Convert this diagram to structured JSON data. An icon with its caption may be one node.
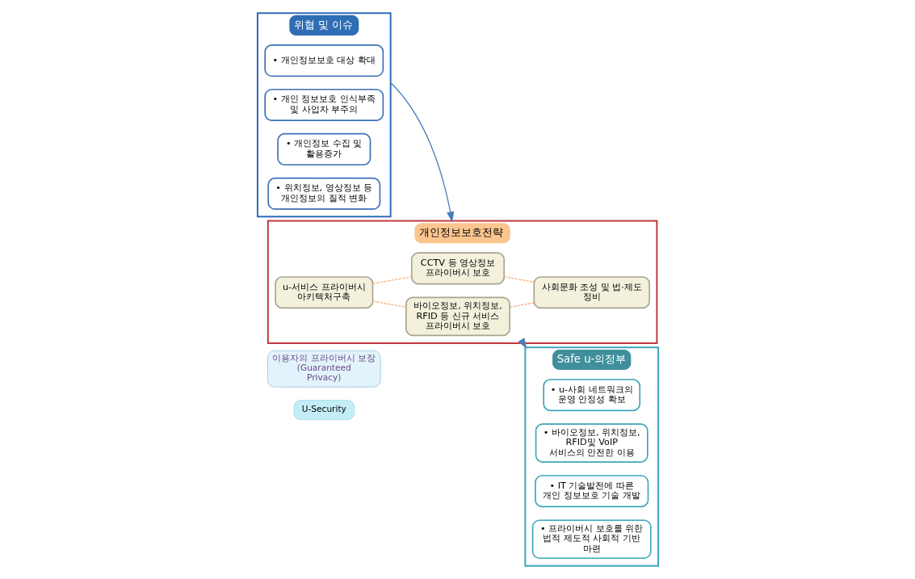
{
  "diagram": {
    "nodes": [
      {
        "text": [
          "U-Security"
        ]
      },
      {
        "text": [
          "이용자의 프라이버시 보장 (Guaranteed Privacy)"
        ]
      },
      {
        "text": [
          "위협 및 이슈"
        ]
      },
      {
        "text": [
          "• 개인정보보호 대상 확대"
        ],
        "in": 2
      },
      {
        "text": [
          "• 개인 정보보호 인식부족 및 사업자 부주의"
        ],
        "in": 2
      },
      {
        "text": [
          "• 개인정보 수집 및 활용증가"
        ],
        "in": 2
      },
      {
        "text": [
          "• 위치정보, 영상정보 등 개인정보의 질적 변화"
        ],
        "in": 2
      },
      {
        "text": [
          "개인정보보호전략"
        ]
      },
      {
        "text": [
          "CCTV 등 영상정보 프라이버시 보호"
        ],
        "in": 7
      },
      {
        "text": [
          "u-서비스 프라이버시 아키텍처구축"
        ],
        "in": 7
      },
      {
        "text": [
          "사회문화 조성 및 법·제도 정비"
        ],
        "in": 7
      },
      {
        "text": [
          "바이오정보, 위치정보, RFID 등 신규 서비스 프라이버시 보호"
        ],
        "in": 7
      },
      {
        "text": [
          "Safe u-의정부"
        ]
      },
      {
        "text": [
          "• u-사회 네트워크의 운영 안정성 확보"
        ],
        "in": 12
      },
      {
        "text": [
          "• 바이오정보, 위치정보, RFID및 VoIP 서비스의 안전한 이용"
        ],
        "in": 12
      },
      {
        "text": [
          "• IT 기술발전에 따른 개인 정보보호 기술 개발"
        ],
        "in": 12
      },
      {
        "text": [
          "• 프라이버시 보호를 위한 법적 제도적 사회적 기반 마련"
        ],
        "in": 12
      }
    ],
    "edges": [
      {
        "from": 2,
        "to": 7,
        "arrow": "to",
        "color": "#4a7ebb"
      },
      {
        "from": 7,
        "to": 12,
        "arrow": "to",
        "color": "#4a7ebb"
      },
      {
        "from": 8,
        "to": 10,
        "arrow": "none",
        "style": "dashed"
      },
      {
        "from": 11,
        "to": 10,
        "arrow": "none",
        "style": "dashed"
      },
      {
        "from": 9,
        "to": 11,
        "arrow": "none",
        "style": "dashed"
      },
      {
        "from": 9,
        "to": 8,
        "arrow": "none",
        "style": "dashed"
      }
    ]
  }
}
